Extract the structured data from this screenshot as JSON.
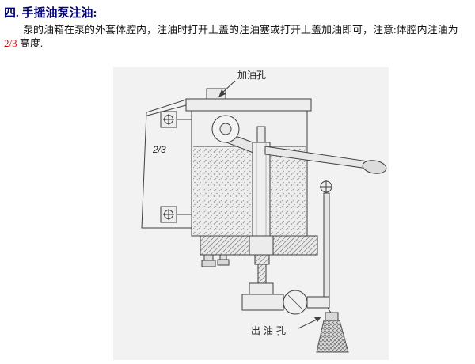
{
  "heading": {
    "text": "四. 手摇油泵注油:"
  },
  "paragraph": {
    "before": "泵的油箱在泵的外套体腔内，注油时打开上盖的注油塞或打开上盖加油即可，注意:体腔内注油为 ",
    "highlight": "2/3",
    "after": " 高度."
  },
  "diagram": {
    "label_fill_hole": "加油孔",
    "label_level": "2/3",
    "label_outlet": "出油孔"
  },
  "colors": {
    "heading_color": "#00007f",
    "highlight_color": "#e60000",
    "diagram_bg": "#f2f2f2",
    "line_color": "#3f3f3f"
  }
}
